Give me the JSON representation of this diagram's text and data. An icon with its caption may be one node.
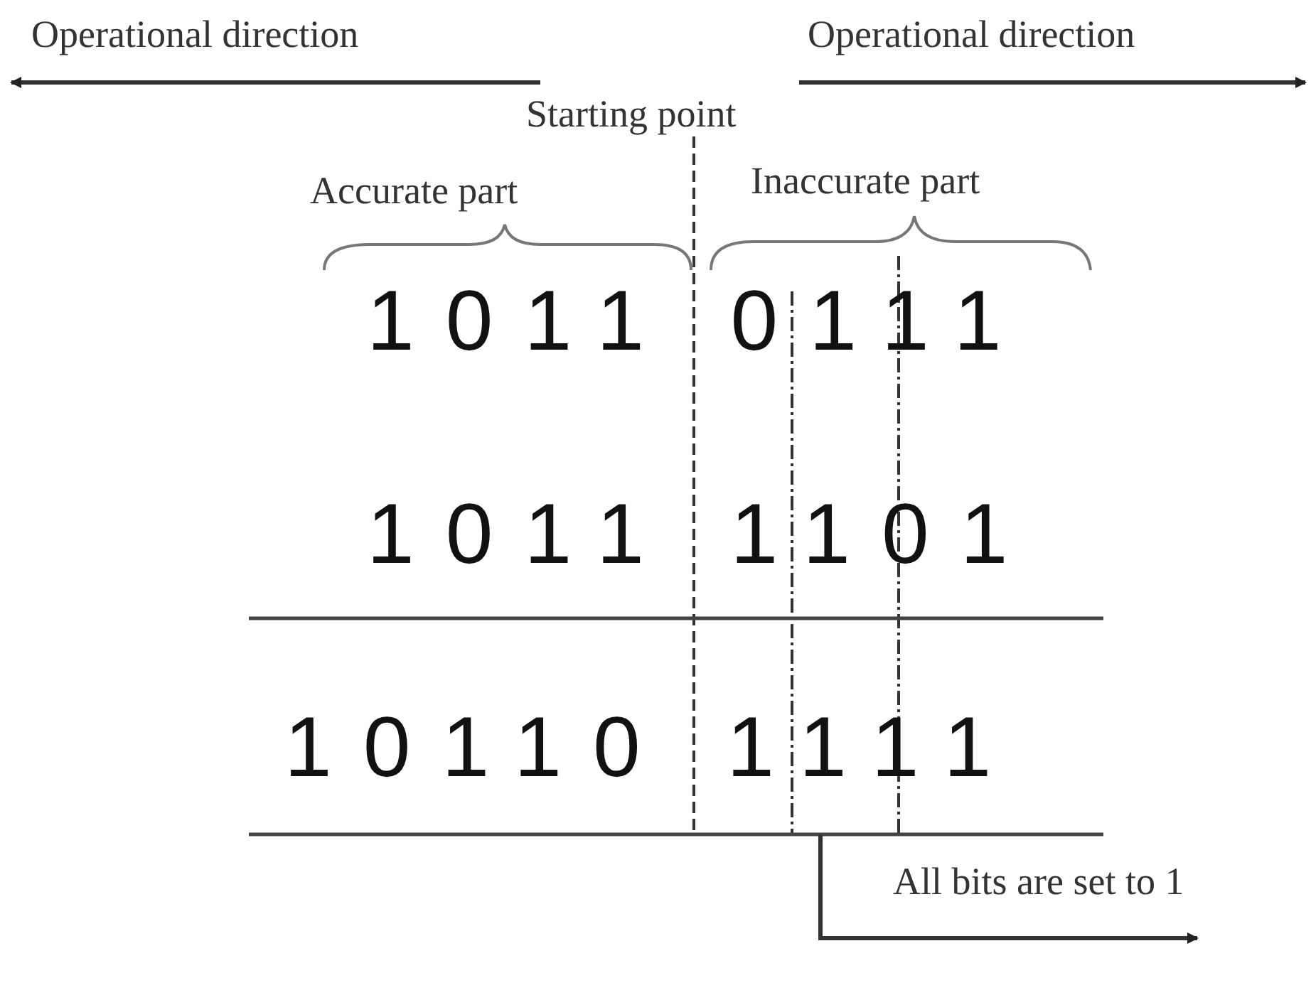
{
  "diagram": {
    "labels": [
      "Operational direction",
      "Operational direction",
      "Starting point",
      "Accurate part",
      "Inaccurate part",
      "1011 0111",
      "1011 1101",
      "10110 1111",
      "All bits are set to 1"
    ]
  }
}
